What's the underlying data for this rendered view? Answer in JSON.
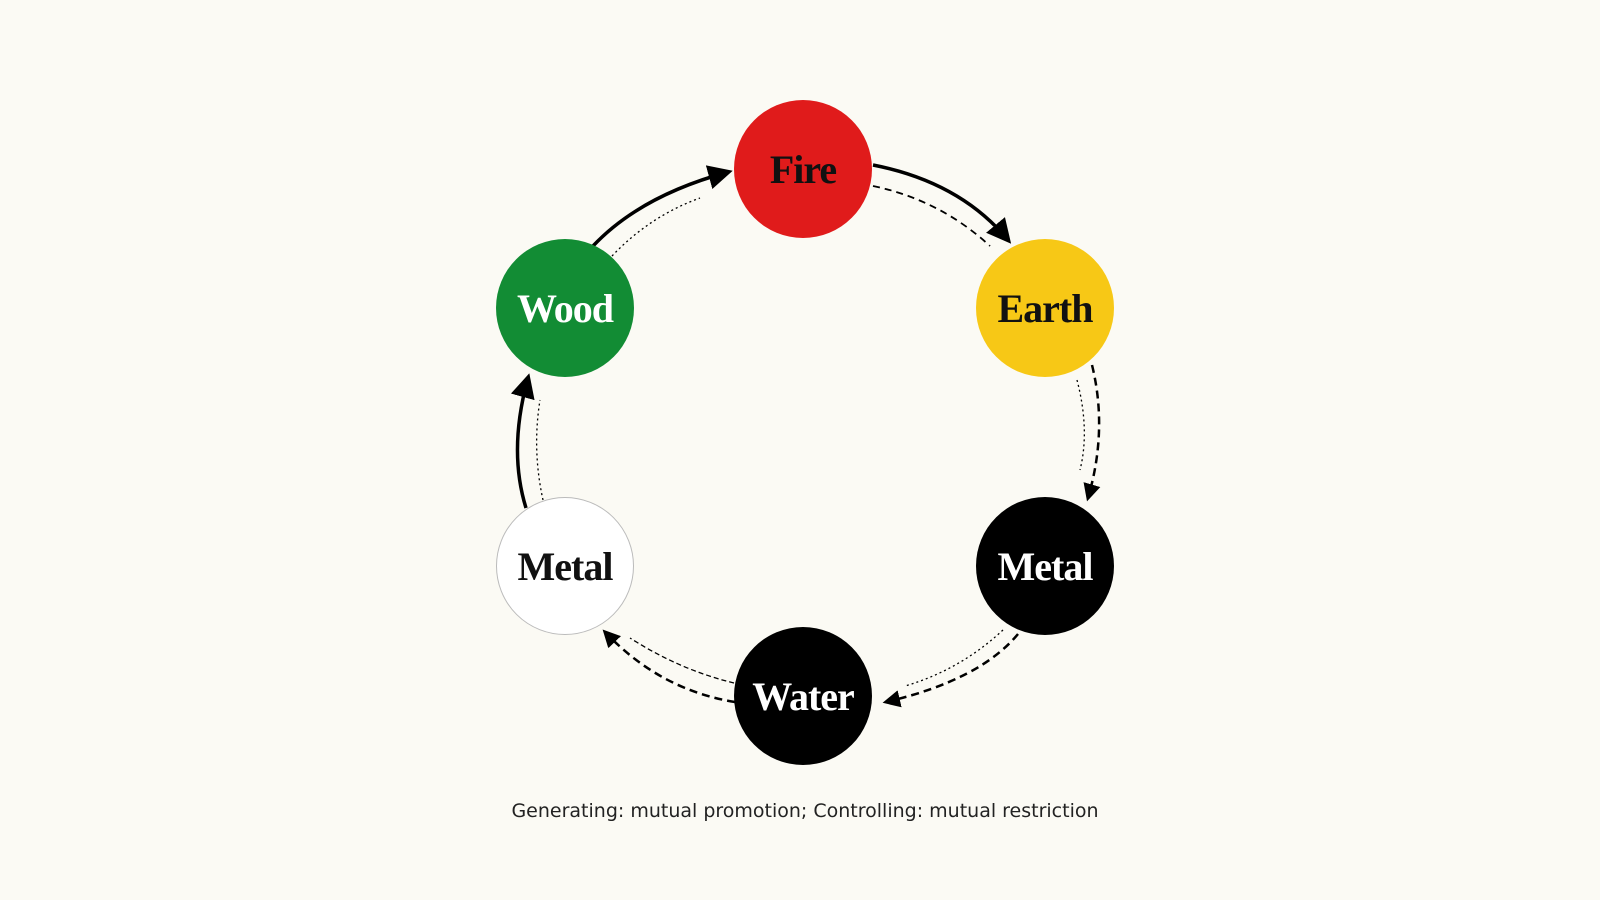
{
  "nodes": [
    {
      "label": "Fire",
      "fill": "#e01b1b",
      "text_color": "#111111"
    },
    {
      "label": "Earth",
      "fill": "#f7c816",
      "text_color": "#111111"
    },
    {
      "label": "Metal",
      "fill": "#000000",
      "text_color": "#ffffff"
    },
    {
      "label": "Water",
      "fill": "#000000",
      "text_color": "#ffffff"
    },
    {
      "label": "Metal",
      "fill": "#ffffff",
      "text_color": "#111111"
    },
    {
      "label": "Wood",
      "fill": "#128c34",
      "text_color": "#ffffff"
    }
  ],
  "relations": [
    {
      "from": "Wood",
      "to": "Fire",
      "style": "solid"
    },
    {
      "from": "Fire",
      "to": "Earth",
      "style": "solid"
    },
    {
      "from": "Earth",
      "to": "Metal",
      "style": "dashed"
    },
    {
      "from": "Metal",
      "to": "Water",
      "style": "dashed"
    },
    {
      "from": "Water",
      "to": "Metal",
      "style": "dashed"
    },
    {
      "from": "Metal",
      "to": "Wood",
      "style": "solid"
    }
  ],
  "caption": "Generating: mutual promotion; Controlling: mutual restriction"
}
